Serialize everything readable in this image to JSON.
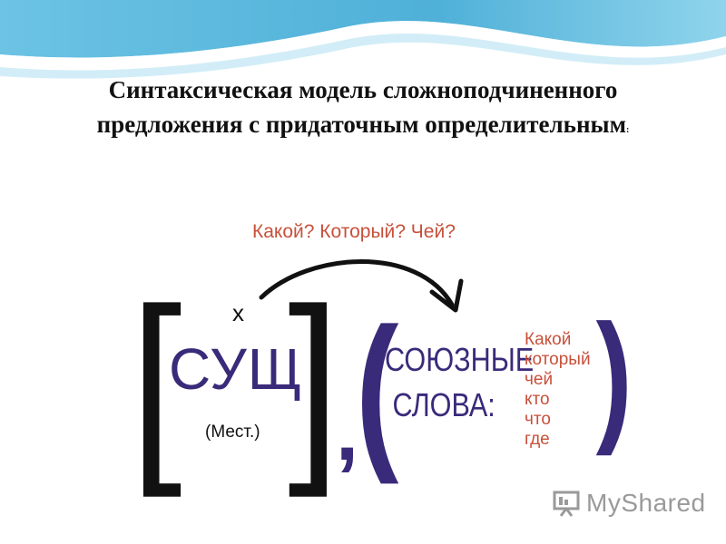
{
  "title": {
    "line1": "Синтаксическая модель сложноподчиненного",
    "line2": "предложения с придаточным определительным",
    "colon": ":"
  },
  "diagram": {
    "question": "Какой? Который?  Чей?",
    "main_clause": {
      "open_bracket": "[",
      "mark": "х",
      "noun": "СУЩ",
      "pronoun": "(Мест.)",
      "close_bracket": "]"
    },
    "comma": ",",
    "sub_clause": {
      "open_paren": "(",
      "conjunctive_words_line1": "СОЮЗНЫЕ",
      "conjunctive_words_line2": "СЛОВА:",
      "words": [
        "Какой",
        "который",
        "чей",
        "кто",
        "что",
        "где"
      ],
      "close_paren": ")"
    }
  },
  "watermark": {
    "text": "MyShared",
    "icon": "presentation-board-icon"
  },
  "colors": {
    "accent_red": "#c8503a",
    "accent_purple": "#3a2a7a",
    "wave_blue": "#5bb8dc"
  }
}
